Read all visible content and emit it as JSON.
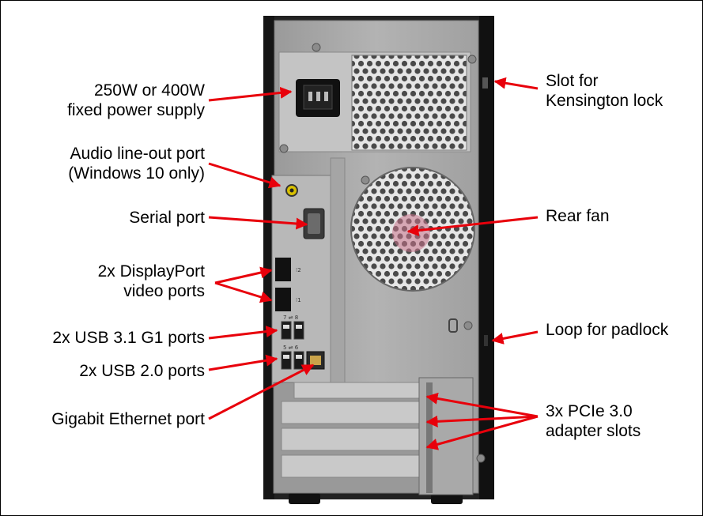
{
  "labels": {
    "power_supply": [
      "250W or 400W",
      "fixed power supply"
    ],
    "audio": [
      "Audio line-out port",
      "(Windows 10 only)"
    ],
    "serial": "Serial port",
    "displayport": [
      "2x DisplayPort",
      "video ports"
    ],
    "usb31": "2x USB 3.1 G1 ports",
    "usb20": "2x USB 2.0 ports",
    "ethernet": "Gigabit Ethernet port",
    "kensington": [
      "Slot for",
      "Kensington lock"
    ],
    "rear_fan": "Rear fan",
    "padlock": "Loop for padlock",
    "pcie": [
      "3x PCIe 3.0",
      "adapter slots"
    ]
  },
  "port_marks": {
    "dp2": "⁝2",
    "dp1": "⁝1",
    "usb_top": "7 ⇌ 8",
    "usb_bottom": "5 ⇌ 6"
  },
  "colors": {
    "arrow": "#e8000b",
    "chassis_dark": "#1c1c1c",
    "panel": "#a9a9a9"
  }
}
